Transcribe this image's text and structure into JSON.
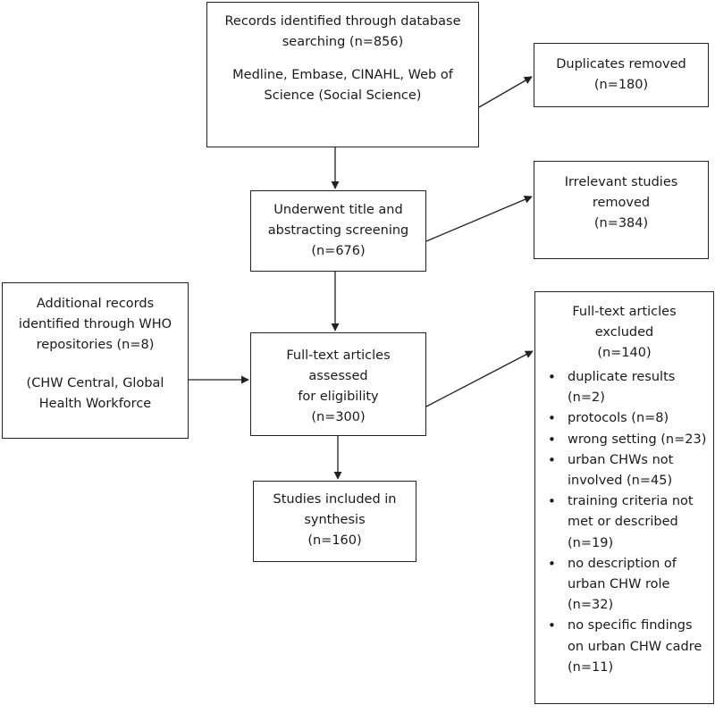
{
  "records_box": {
    "line1": "Records identified through database",
    "line2": "searching (n=856)",
    "line3": "Medline, Embase, CINAHL, Web of",
    "line4": "Science (Social Science)"
  },
  "duplicates_box": {
    "line1": "Duplicates removed",
    "line2": "(n=180)"
  },
  "screening_box": {
    "line1": "Underwent title and",
    "line2": "abstracting screening",
    "line3": "(n=676)"
  },
  "irrelevant_box": {
    "line1": "Irrelevant studies",
    "line2": "removed",
    "line3": "(n=384)"
  },
  "additional_box": {
    "line1": "Additional records",
    "line2": "identified through WHO",
    "line3": "repositories (n=8)",
    "line4": "(CHW Central, Global",
    "line5": "Health Workforce"
  },
  "fulltext_box": {
    "line1": "Full-text articles",
    "line2": "assessed",
    "line3": "for eligibility",
    "line4": "(n=300)"
  },
  "included_box": {
    "line1": "Studies included in",
    "line2": "synthesis",
    "line3": "(n=160)"
  },
  "excluded_box": {
    "line1": "Full-text articles",
    "line2": "excluded",
    "line3": "(n=140)",
    "items": [
      {
        "line1": "duplicate results",
        "line2": "(n=2)"
      },
      {
        "line1": "protocols (n=8)"
      },
      {
        "line1": "wrong setting (n=23)"
      },
      {
        "line1": "urban CHWs not",
        "line2": "involved (n=45)"
      },
      {
        "line1": "training criteria not",
        "line2": "met or described",
        "line3": "(n=19)"
      },
      {
        "line1": "no description of",
        "line2": "urban CHW role",
        "line3": "(n=32)"
      },
      {
        "line1": "no specific findings",
        "line2": "on urban CHW cadre",
        "line3": "(n=11)"
      }
    ]
  }
}
